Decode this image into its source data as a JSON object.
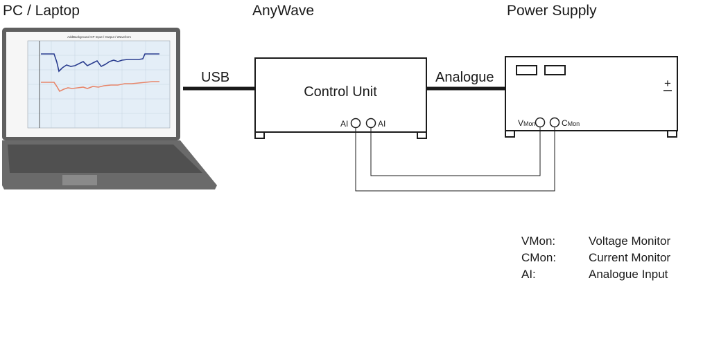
{
  "headings": {
    "pc": "PC / Laptop",
    "anywave": "AnyWave",
    "power_supply": "Power Supply"
  },
  "links": {
    "usb": "USB",
    "analogue": "Analogue"
  },
  "control_unit": {
    "label": "Control Unit",
    "port_left": "AI",
    "port_right": "AI"
  },
  "power_supply": {
    "vmon_main": "V",
    "vmon_sub": "Mon",
    "cmon_main": "C",
    "cmon_sub": "Mon",
    "polarity": "+",
    "minus": "–"
  },
  "legend": [
    {
      "key": "VMon:",
      "value": "Voltage Monitor"
    },
    {
      "key": "CMon:",
      "value": "Current Monitor"
    },
    {
      "key": "AI:",
      "value": "Analogue Input"
    }
  ],
  "screen": {
    "title": "AddBackground CP Input / Output / Waveform",
    "series_colors": {
      "upper": "#2a3d8f",
      "lower": "#e8866a"
    },
    "frame_color": "#5a5a5a",
    "plot_background": "#e4eef7"
  }
}
